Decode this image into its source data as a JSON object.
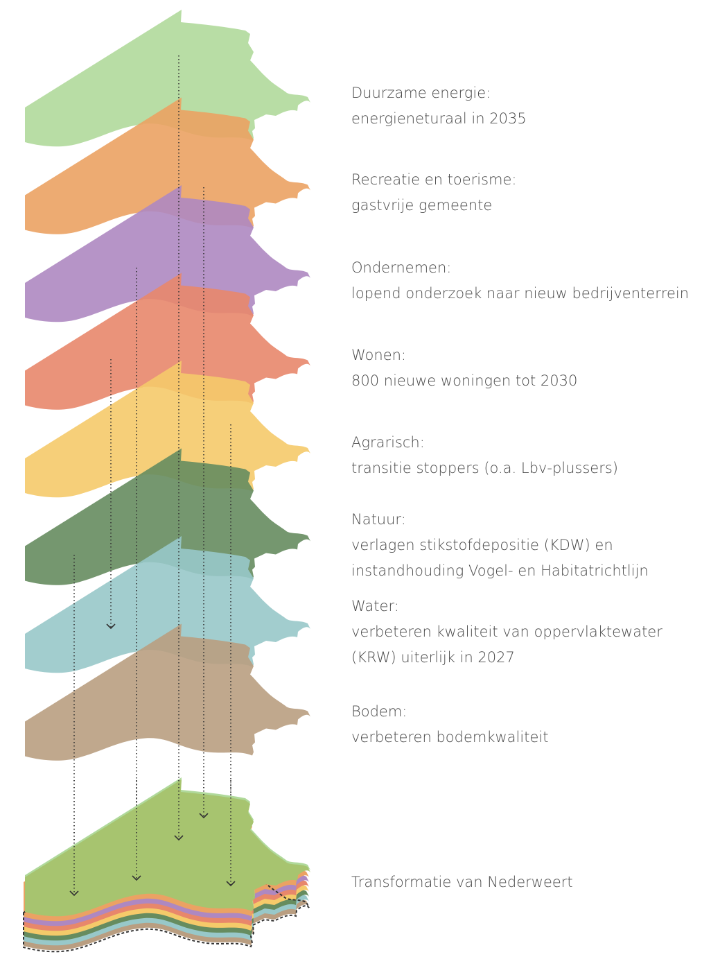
{
  "layers": [
    {
      "key": "energie",
      "color": "#b0d99b",
      "title": "Duurzame energie:",
      "lines": [
        "energieneturaal in 2035"
      ]
    },
    {
      "key": "recreatie",
      "color": "#eba263",
      "title": "Recreatie en toerisme:",
      "lines": [
        "gastvrije gemeente"
      ]
    },
    {
      "key": "ondernemen",
      "color": "#ae88c1",
      "title": "Ondernemen:",
      "lines": [
        "lopend onderzoek naar nieuw bedrijventerrein"
      ]
    },
    {
      "key": "wonen",
      "color": "#e8876b",
      "title": "Wonen:",
      "lines": [
        "800 nieuwe woningen tot 2030"
      ]
    },
    {
      "key": "agrarisch",
      "color": "#f5ca6a",
      "title": "Agrarisch:",
      "lines": [
        "transitie stoppers (o.a. Lbv-plussers)"
      ]
    },
    {
      "key": "natuur",
      "color": "#668c5f",
      "title": "Natuur:",
      "lines": [
        "verlagen stikstofdepositie (KDW) en",
        "instandhouding Vogel- en Habitatrichtlijn"
      ]
    },
    {
      "key": "water",
      "color": "#98c8c9",
      "title": "Water:",
      "lines": [
        "verbeteren kwaliteit van oppervlaktewater",
        "(KRW) uiterlijk in 2027"
      ]
    },
    {
      "key": "bodem",
      "color": "#b99e81",
      "title": "Bodem:",
      "lines": [
        "verbeteren bodemkwaliteit"
      ]
    }
  ],
  "result": {
    "title": "Transformatie van Nederweert",
    "color": "#a7c46f"
  }
}
